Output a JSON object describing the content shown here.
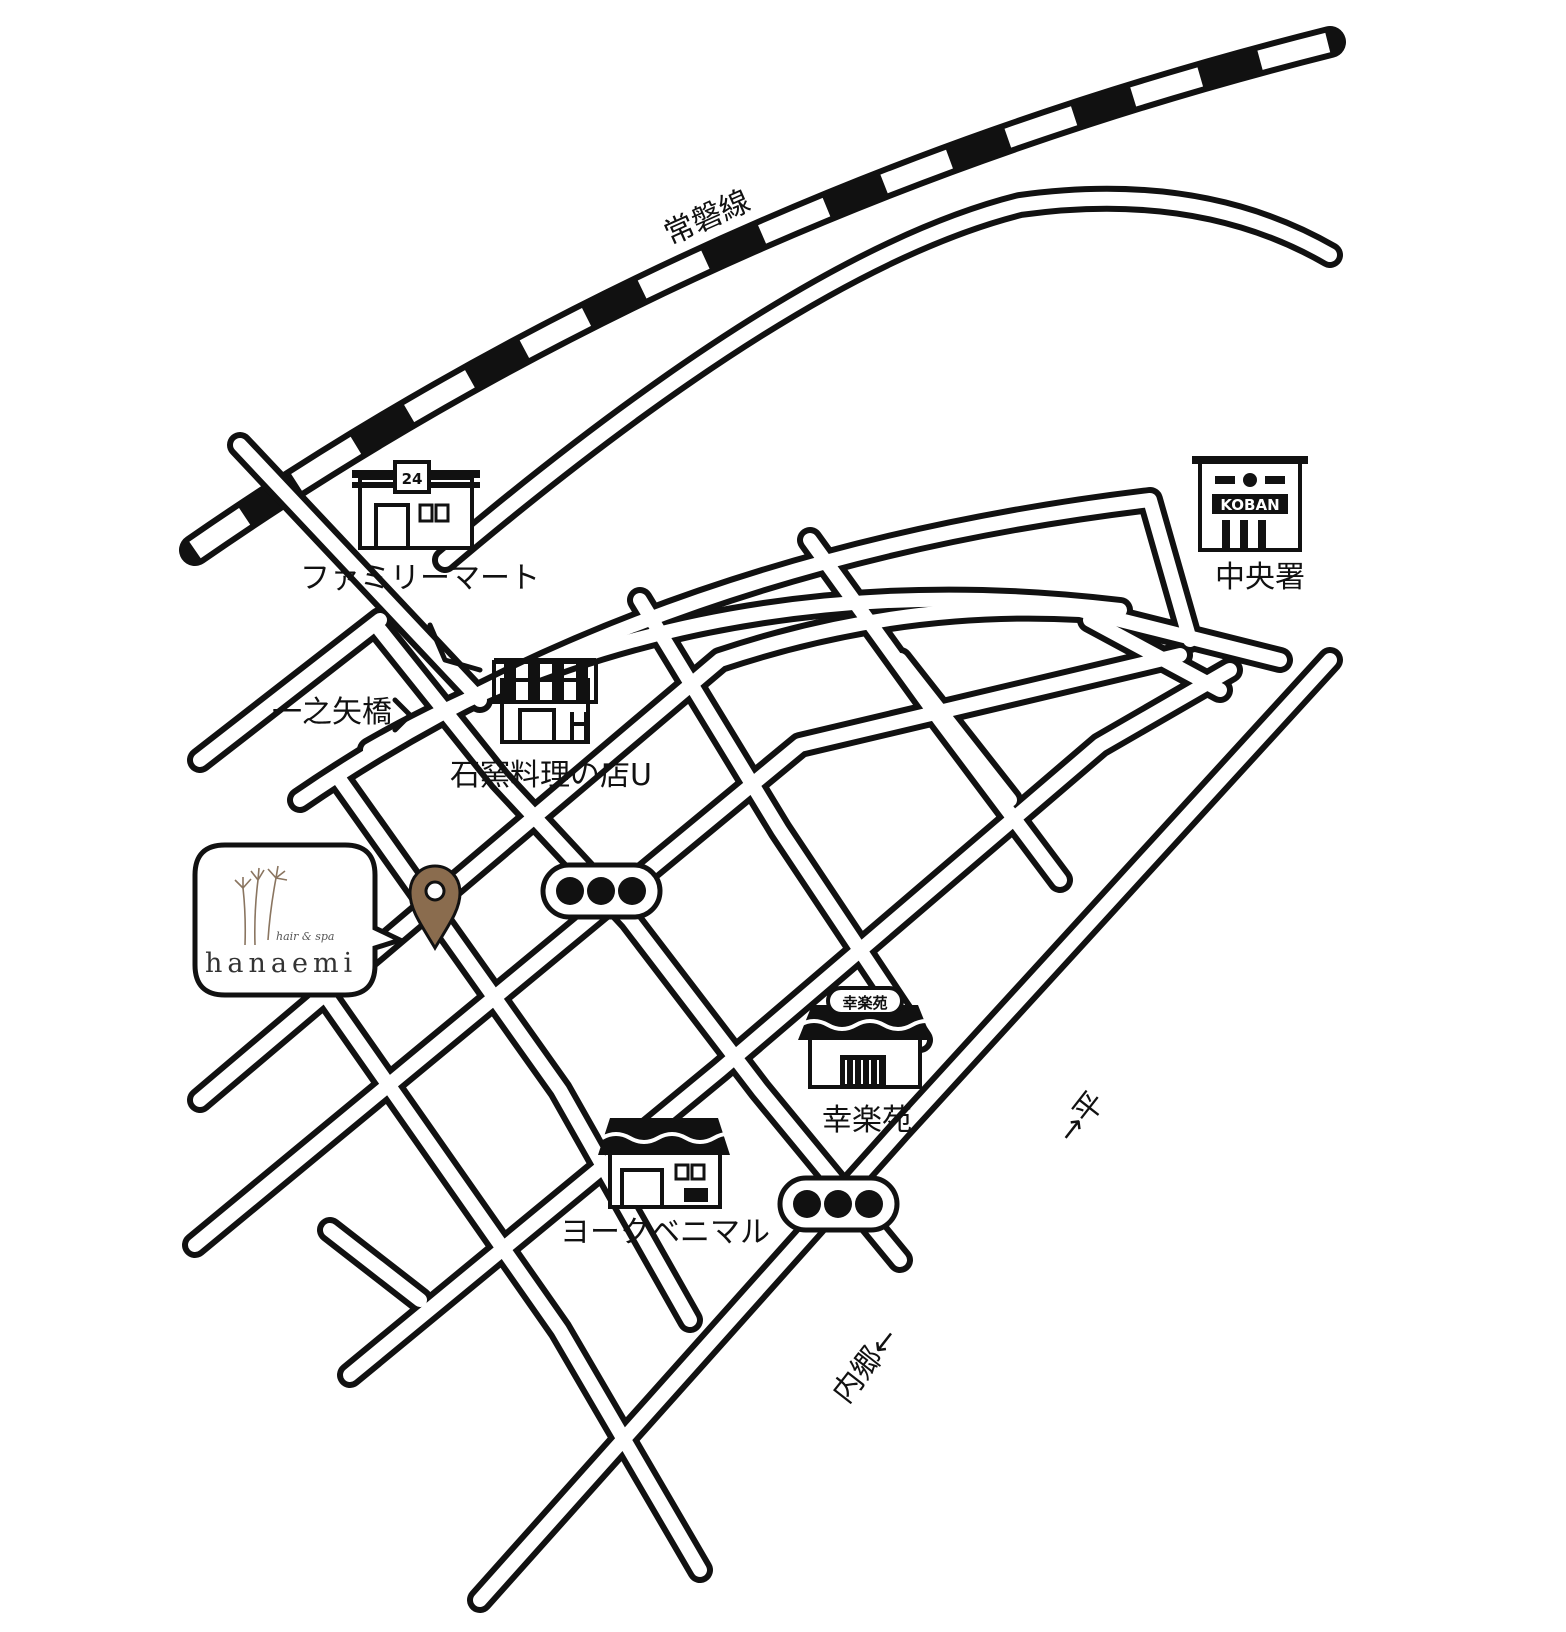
{
  "railway": {
    "label": "常磐線"
  },
  "landmarks": {
    "family_mart": {
      "label": "ファミリーマート",
      "sign": "24"
    },
    "ishigama": {
      "label": "石窯料理の店U"
    },
    "police": {
      "label": "中央署",
      "sign": "KOBAN"
    },
    "kourakuen": {
      "label": "幸楽苑",
      "sign": "幸楽苑"
    },
    "yorkbenimaru": {
      "label": "ヨークベニマル"
    }
  },
  "bridge": {
    "label": "一之矢橋"
  },
  "directions": {
    "taira": "→平",
    "uchigo": "内郷←"
  },
  "salon": {
    "name": "hanaemi",
    "tagline": "hair & spa"
  },
  "colors": {
    "pin": "#8a6c4e",
    "ink": "#111111",
    "paper": "#ffffff"
  }
}
